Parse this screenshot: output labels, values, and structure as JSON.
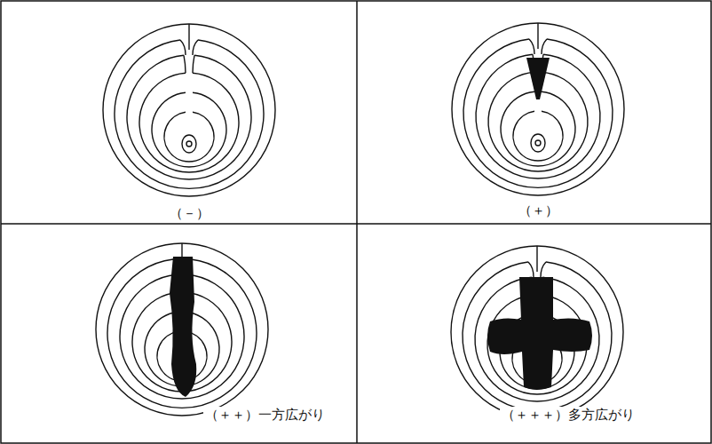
{
  "diagram": {
    "labels": [
      "（－）",
      "（＋）",
      "（＋＋）一方広がり",
      "（＋＋＋）多方広がり"
    ]
  }
}
